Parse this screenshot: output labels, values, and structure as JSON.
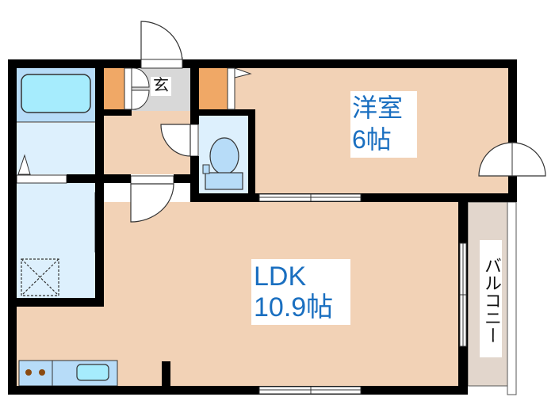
{
  "floorplan": {
    "rooms": {
      "western_room": {
        "name": "洋室",
        "size": "6帖"
      },
      "ldk": {
        "name": "LDK",
        "size": "10.9帖"
      },
      "balcony": {
        "name": "バルコニー"
      },
      "entrance": {
        "name": "玄"
      }
    },
    "colors": {
      "room_floor": "#f2d2b6",
      "wet_area": "#ddf0fd",
      "bathtub_area": "#b7dcf8",
      "bathtub": "#a6ecfd",
      "closet": "#f0a866",
      "entrance": "#d8d8d8",
      "balcony": "#e2d6cc",
      "label_text": "#1a6fc0",
      "wall": "#000000"
    },
    "fixtures": [
      "bathtub",
      "washbasin",
      "washing-machine-space",
      "toilet",
      "kitchen-stove",
      "kitchen-sink"
    ]
  }
}
